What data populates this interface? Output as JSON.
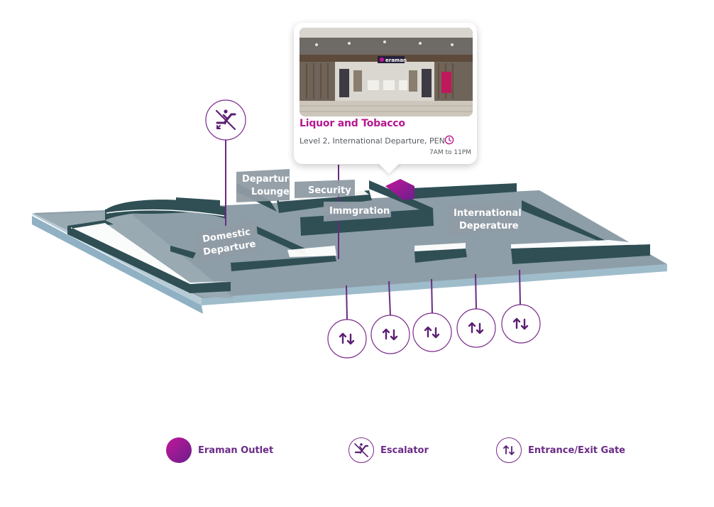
{
  "map": {
    "zones": {
      "departure_lounge": [
        "Departure",
        "Lounge"
      ],
      "security": "Security",
      "immigration": "Immgration",
      "domestic_departure": [
        "Domestic",
        "Departure"
      ],
      "international_departure": [
        "International",
        "Deperature"
      ]
    },
    "pins": {
      "escalator_count": 1,
      "gate_count": 5
    }
  },
  "popup": {
    "title": "Liquor and Tobacco",
    "location": "Level 2, International Departure, PEN",
    "hours": "7AM to 11PM",
    "storefront_sign": "eraman",
    "icons": {
      "hours": "clock-icon"
    }
  },
  "legend": {
    "items": [
      {
        "label": "Eraman Outlet",
        "icon": "eraman-outlet-icon"
      },
      {
        "label": "Escalator",
        "icon": "escalator-icon"
      },
      {
        "label": "Entrance/Exit Gate",
        "icon": "entrance-exit-icon"
      }
    ]
  },
  "colors": {
    "accent": "#b5198f",
    "brand_purple": "#6b2b86",
    "floor": "#8a9ba5",
    "walls": "#2f4f55",
    "edge": "#9fbccb"
  }
}
